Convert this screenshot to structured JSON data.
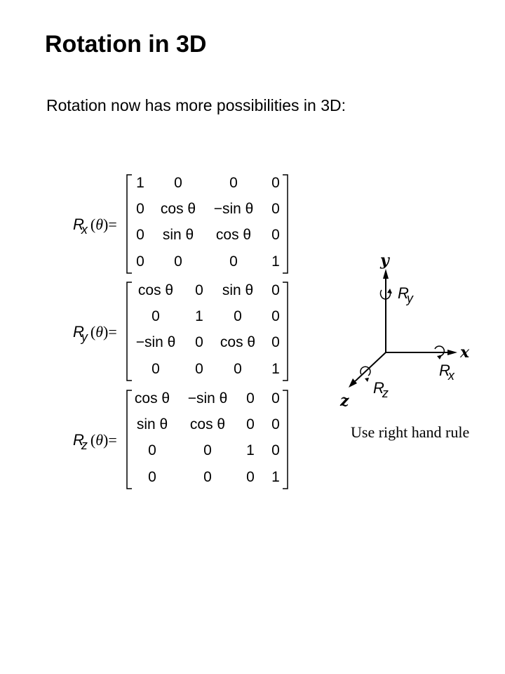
{
  "slide": {
    "title": "Rotation in 3D",
    "subtitle": "Rotation now has more possibilities in 3D:",
    "caption": "Use right hand rule"
  },
  "matrices": [
    {
      "name": "R",
      "axis": "x",
      "arg": "θ",
      "rows": [
        [
          "1",
          "0",
          "0",
          "0"
        ],
        [
          "0",
          "cos θ",
          "−sin θ",
          "0"
        ],
        [
          "0",
          "sin θ",
          "cos θ",
          "0"
        ],
        [
          "0",
          "0",
          "0",
          "1"
        ]
      ]
    },
    {
      "name": "R",
      "axis": "y",
      "arg": "θ",
      "rows": [
        [
          "cos θ",
          "0",
          "sin θ",
          "0"
        ],
        [
          "0",
          "1",
          "0",
          "0"
        ],
        [
          "−sin θ",
          "0",
          "cos θ",
          "0"
        ],
        [
          "0",
          "0",
          "0",
          "1"
        ]
      ]
    },
    {
      "name": "R",
      "axis": "z",
      "arg": "θ",
      "rows": [
        [
          "cos θ",
          "−sin θ",
          "0",
          "0"
        ],
        [
          "sin θ",
          "cos θ",
          "0",
          "0"
        ],
        [
          "0",
          "0",
          "1",
          "0"
        ],
        [
          "0",
          "0",
          "0",
          "1"
        ]
      ]
    }
  ],
  "diagram": {
    "axes": [
      "y",
      "x",
      "z"
    ],
    "rotations": [
      {
        "name": "R",
        "axis": "y"
      },
      {
        "name": "R",
        "axis": "x"
      },
      {
        "name": "R",
        "axis": "z"
      }
    ]
  }
}
